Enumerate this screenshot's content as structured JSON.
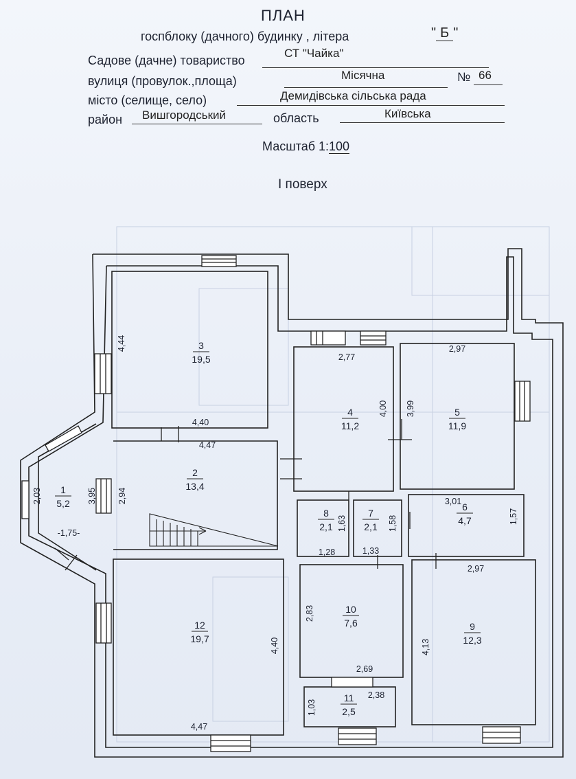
{
  "header": {
    "title": "ПЛАН",
    "subtitle_prefix": "госпблоку (дачного) будинку , літера",
    "litera": "Б",
    "society_label": "Садове (дачне) товариство",
    "society_value": "СТ \"Чайка\"",
    "street_label": "вулиця (провулок.,площа)",
    "street_value": "Місячна",
    "number_label": "№",
    "number_value": "66",
    "city_label": "місто (селище, село)",
    "city_value": "Демидівська сільська рада",
    "district_label": "район",
    "district_value": "Вишгородський",
    "region_label": "область",
    "region_value": "Київська",
    "scale_prefix": "Масштаб 1:",
    "scale_value": "100",
    "floor": "I поверх"
  },
  "rooms": [
    {
      "no": "1",
      "area": "5,2"
    },
    {
      "no": "2",
      "area": "13,4"
    },
    {
      "no": "3",
      "area": "19,5"
    },
    {
      "no": "4",
      "area": "11,2"
    },
    {
      "no": "5",
      "area": "11,9"
    },
    {
      "no": "6",
      "area": "4,7"
    },
    {
      "no": "7",
      "area": "2,1"
    },
    {
      "no": "8",
      "area": "2,1"
    },
    {
      "no": "9",
      "area": "12,3"
    },
    {
      "no": "10",
      "area": "7,6"
    },
    {
      "no": "11",
      "area": "2,5"
    },
    {
      "no": "12",
      "area": "19,7"
    }
  ],
  "dimensions": {
    "r3_height": "4,44",
    "r3_width": "4,40",
    "r2_width": "4,47",
    "r2_height": "2,94",
    "r1_height": "2,03",
    "r1_width": "-1,75-",
    "r1_side": "3,95",
    "r4_width": "2,77",
    "r4_height": "4,00",
    "r5_width": "2,97",
    "r5_height": "3,99",
    "r6_width": "3,01",
    "r6_height": "1,57",
    "r8_height": "1,63",
    "r8_width": "1,28",
    "r7_height": "1,58",
    "r7_width": "1,33",
    "r9_width": "2,97",
    "r9_height": "4,13",
    "r10_height": "2,83",
    "r10_width": "2,69",
    "r11_height": "1,03",
    "r11_width": "2,38",
    "r12_height": "4,40",
    "r12_width": "4,47"
  }
}
